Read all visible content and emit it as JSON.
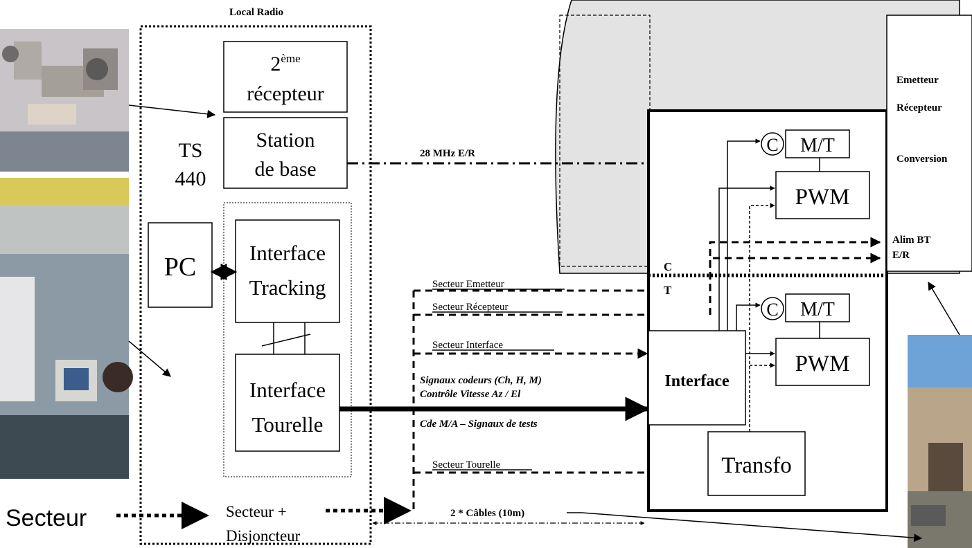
{
  "local_radio": {
    "title": "Local Radio",
    "second_receiver_line1": "2",
    "second_receiver_sup": "ème",
    "second_receiver_line2": "récepteur",
    "ts440_line1": "TS",
    "ts440_line2": "440",
    "base_station_line1": "Station",
    "base_station_line2": "de base",
    "pc": "PC",
    "interface_tracking_line1": "Interface",
    "interface_tracking_line2": "Tracking",
    "interface_tourelle_line1": "Interface",
    "interface_tourelle_line2": "Tourelle",
    "mains_breaker_line1": "Secteur +",
    "mains_breaker_line2": "Disjoncteur"
  },
  "mains_input": "Secteur",
  "links": {
    "rf_28mhz": "28 MHz E/R",
    "secteur_emetteur": "Secteur Emetteur",
    "secteur_recepteur": "Secteur Récepteur",
    "secteur_interface": "Secteur Interface",
    "signals_line1": "Signaux codeurs (Ch, H, M)",
    "signals_line2": "Contrôle Vitesse Az / El",
    "signals_line3": "Cde M/A – Signaux de tests",
    "secteur_tourelle": "Secteur Tourelle",
    "cables": "2 * Câbles (10m)"
  },
  "turret": {
    "c_label_1": "C",
    "mt_1": "M/T",
    "pwm_1": "PWM",
    "c_label_2": "C",
    "mt_2": "M/T",
    "pwm_2": "PWM",
    "interface": "Interface",
    "transfo": "Transfo",
    "ct_line1": "C",
    "ct_line2": "T"
  },
  "antenna_unit": {
    "emetteur": "Emetteur",
    "recepteur": "Récepteur",
    "conversion": "Conversion",
    "alim_bt": "Alim BT",
    "er": "E/R"
  },
  "colors": {
    "dome_fill": "#e3e3e3",
    "photo_desk_wall": "#c9c4c8",
    "photo_desk_table": "#7c8590",
    "photo_room_ceiling": "#d8c95a",
    "photo_room_wall": "#8c9aa6",
    "photo_outdoor_sky": "#6ea3d8",
    "photo_outdoor_building": "#b9a58a"
  }
}
